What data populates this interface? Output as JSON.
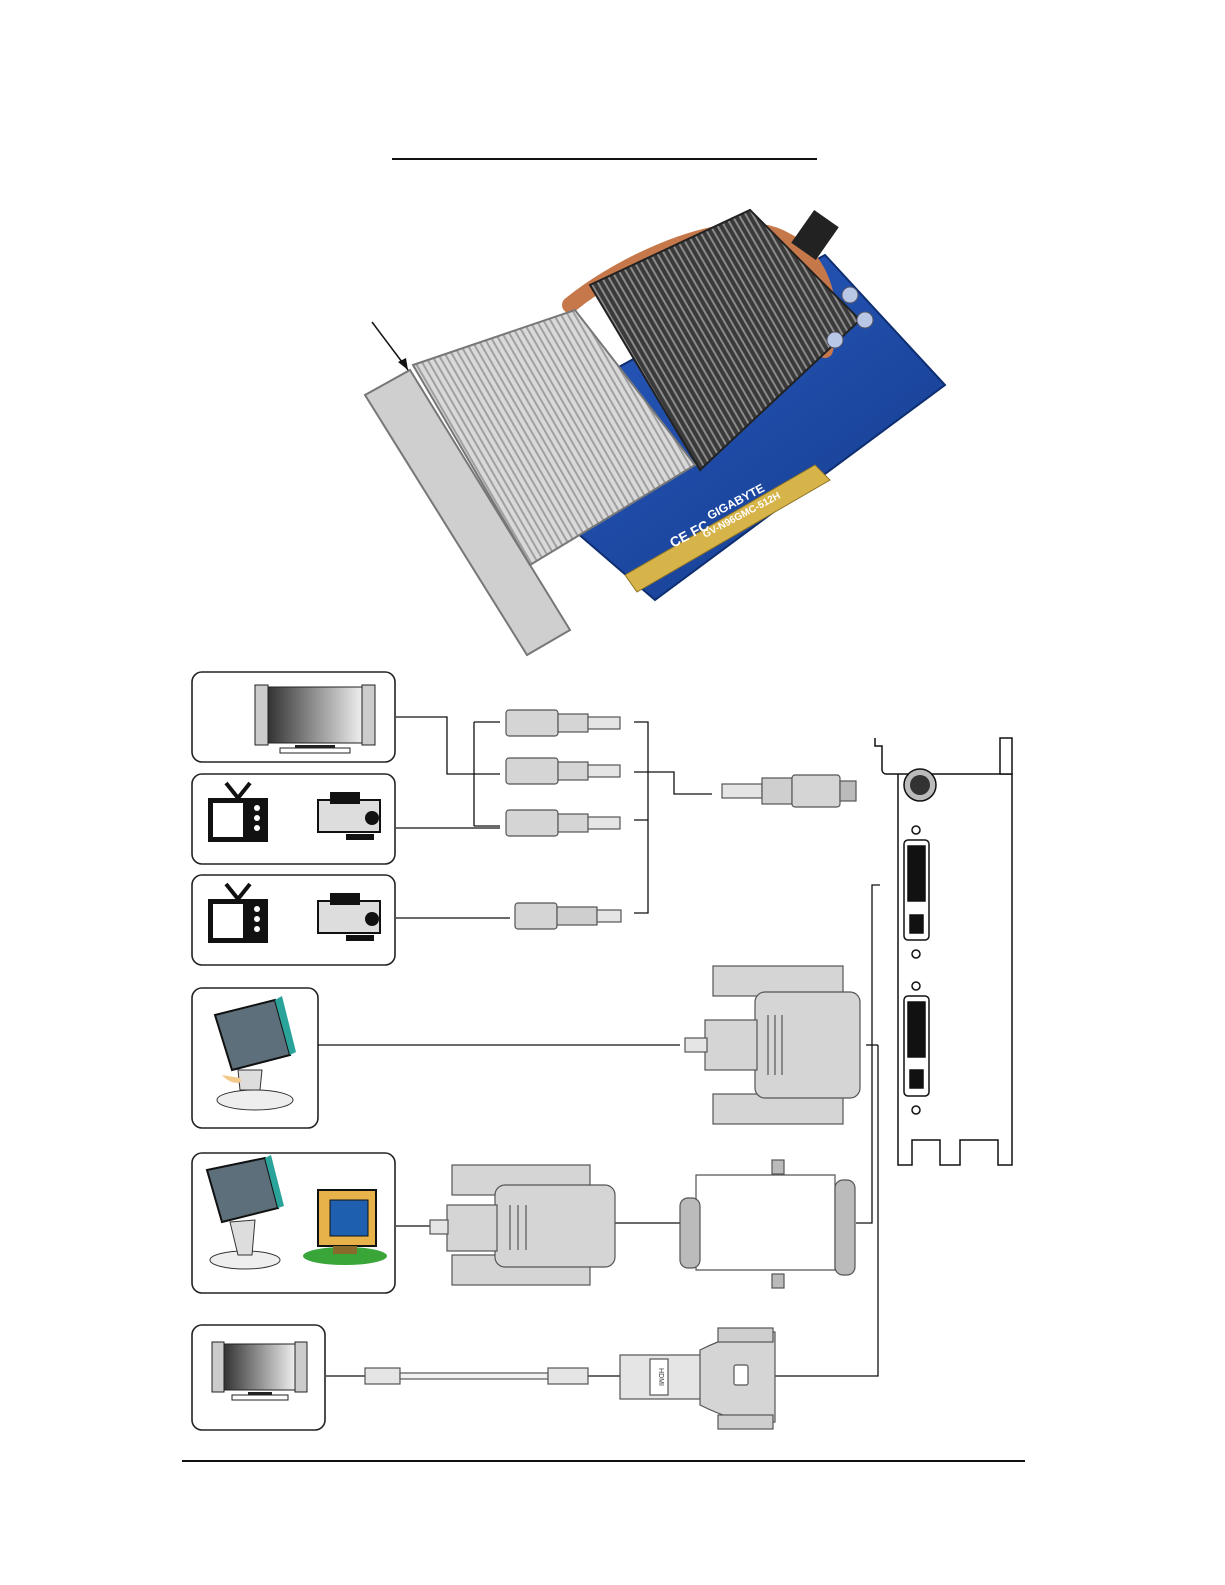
{
  "figure": {
    "card_brand": "GIGABYTE",
    "card_model": "GV-N96GMC-512H",
    "card_cert_marks": "CE FC",
    "adapter_port_label": "HDMI"
  },
  "colors": {
    "pcb_blue": "#1f4fb0",
    "heatsink_silver": "#c9c9c9",
    "heatpipe_copper": "#c6784a",
    "connector_grey": "#d5d5d5",
    "connector_border": "#666666",
    "monitor_teal": "#2aa39a",
    "crt_yellow": "#e8b24a",
    "crt_base_green": "#3aa63a"
  }
}
